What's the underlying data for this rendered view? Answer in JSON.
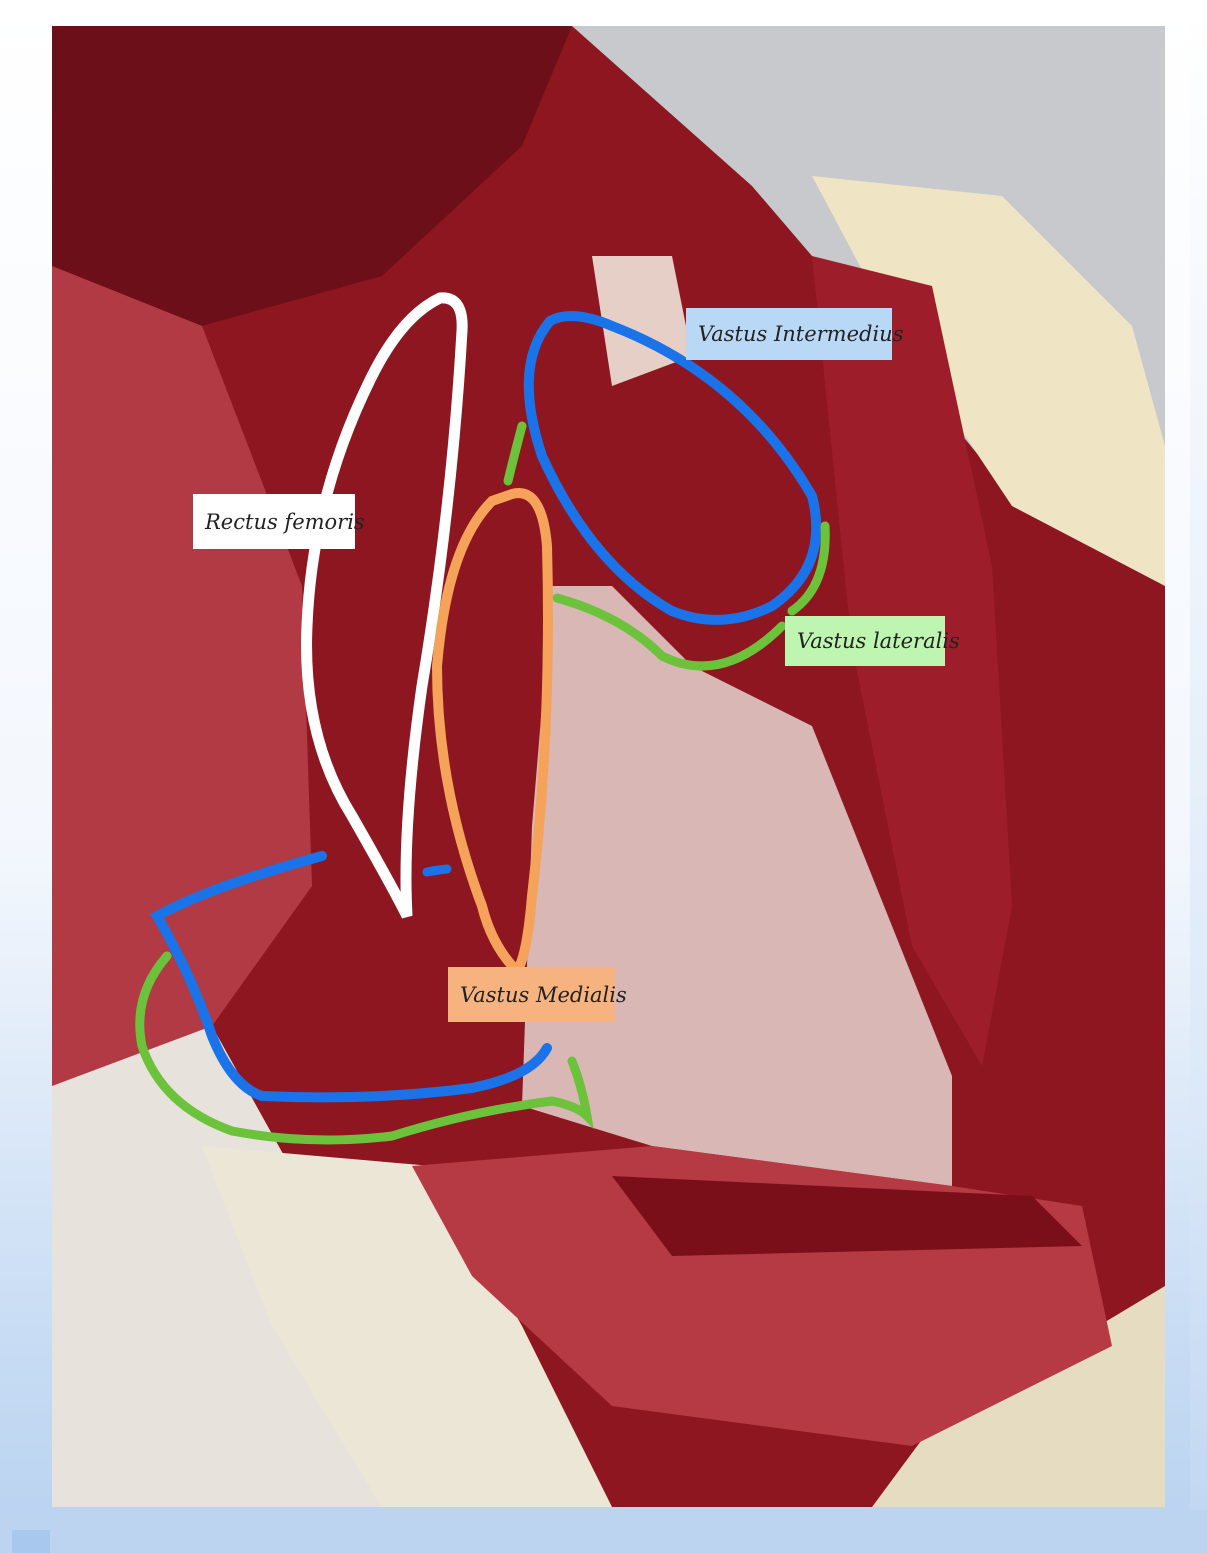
{
  "labels": {
    "vastus_intermedius": "Vastus Intermedius",
    "rectus_femoris": "Rectus femoris",
    "vastus_lateralis": "Vastus lateralis",
    "vastus_medialis": "Vastus Medialis"
  },
  "colors": {
    "rectus_femoris_outline": "#ffffff",
    "vastus_intermedius_outline": "#1a73e8",
    "vastus_lateralis_outline": "#6cc23a",
    "vastus_medialis_outline": "#f5a35a",
    "label_vastus_intermedius": "#b9d8f6",
    "label_rectus_femoris": "#ffffff",
    "label_vastus_lateralis": "#bdf5b1",
    "label_vastus_medialis": "#f6b27f",
    "muscle": "#8e1620",
    "fascia": "#d8b7b5",
    "fur": "#ece6d6"
  }
}
